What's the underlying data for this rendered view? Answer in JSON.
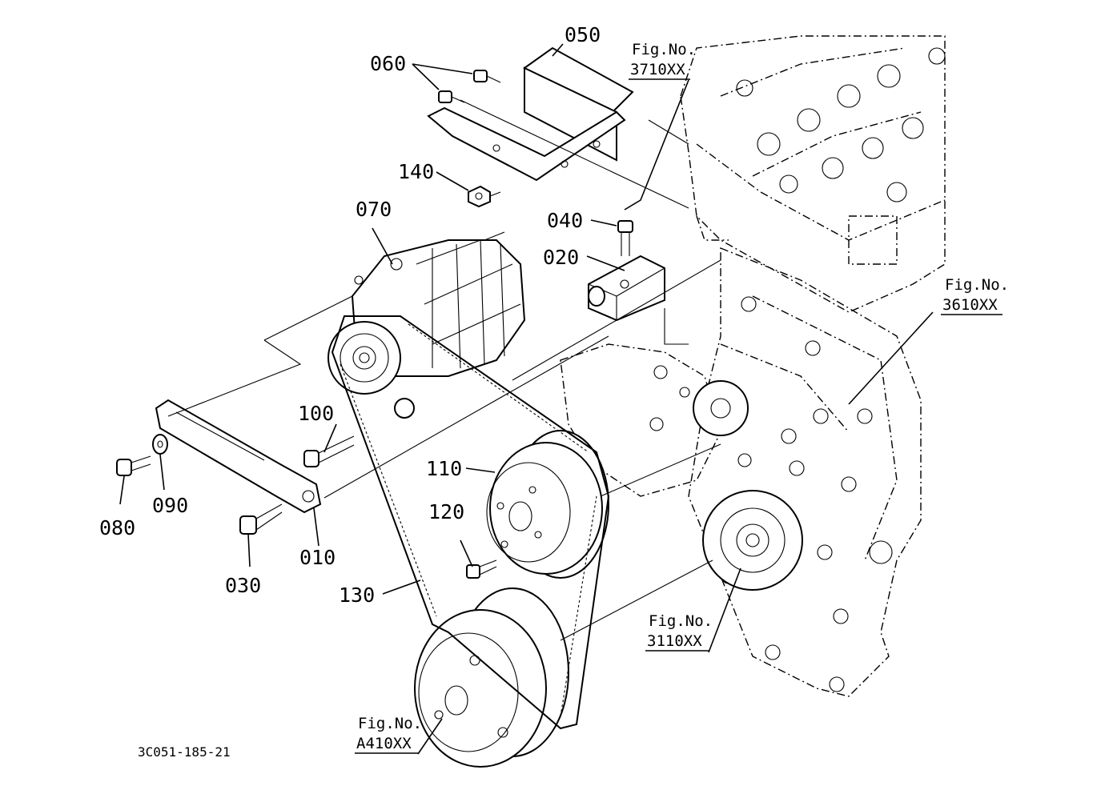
{
  "diagram": {
    "parts": [
      {
        "id": "p010",
        "number": "010"
      },
      {
        "id": "p020",
        "number": "020"
      },
      {
        "id": "p030",
        "number": "030"
      },
      {
        "id": "p040",
        "number": "040"
      },
      {
        "id": "p050",
        "number": "050"
      },
      {
        "id": "p060",
        "number": "060"
      },
      {
        "id": "p070",
        "number": "070"
      },
      {
        "id": "p080",
        "number": "080"
      },
      {
        "id": "p090",
        "number": "090"
      },
      {
        "id": "p100",
        "number": "100"
      },
      {
        "id": "p110",
        "number": "110"
      },
      {
        "id": "p120",
        "number": "120"
      },
      {
        "id": "p130",
        "number": "130"
      },
      {
        "id": "p140",
        "number": "140"
      }
    ],
    "figure_refs": [
      {
        "id": "f3710",
        "prefix": "Fig.No.",
        "code": "3710XX"
      },
      {
        "id": "f3610",
        "prefix": "Fig.No.",
        "code": "3610XX"
      },
      {
        "id": "f3110",
        "prefix": "Fig.No.",
        "code": "3110XX"
      },
      {
        "id": "fA410",
        "prefix": "Fig.No.",
        "code": "A410XX"
      }
    ],
    "drawing_code": "3C051-185-21"
  }
}
